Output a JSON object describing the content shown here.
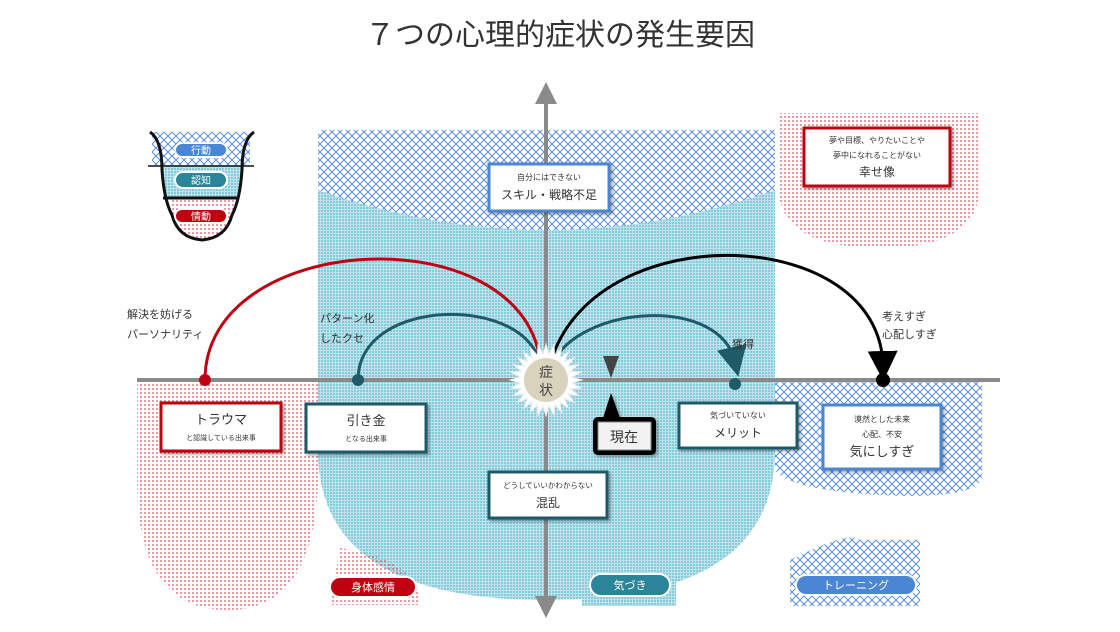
{
  "title": "７つの心理的症状の発生要因",
  "legend": {
    "behavior": "行動",
    "cognition": "認知",
    "emotion": "情動"
  },
  "center": {
    "line1": "症",
    "line2": "状"
  },
  "current": "現在",
  "boxes": {
    "skill": {
      "sub": "自分にはできない",
      "main": "スキル・戦略不足"
    },
    "happiness": {
      "sub1": "夢や目標、やりたいことや",
      "sub2": "夢中になれることがない",
      "main": "幸せ像"
    },
    "trauma": {
      "main": "トラウマ",
      "sub": "と認識している出来事"
    },
    "trigger": {
      "main": "引き金",
      "sub": "となる出来事"
    },
    "merit": {
      "sub": "気づいていない",
      "main": "メリット"
    },
    "worry": {
      "sub1": "漠然とした未来",
      "sub2": "心配、不安",
      "main": "気にしすぎ"
    },
    "confusion": {
      "sub": "どうしていいかわからない",
      "main": "混乱"
    }
  },
  "labels": {
    "personality1": "解決を妨げる",
    "personality2": "パーソナリティ",
    "habit1": "パターン化",
    "habit2": "したクセ",
    "gain": "獲得",
    "overthink1": "考えすぎ",
    "overthink2": "心配しすぎ"
  },
  "pills": {
    "body": "身体感情",
    "awareness": "気づき",
    "training": "トレーニング"
  },
  "colors": {
    "red": "#c00010",
    "teal": "#1e5a6a",
    "blue": "#4a86d4",
    "aqua": "#5ab8cc",
    "gray": "#8a8a8a"
  }
}
